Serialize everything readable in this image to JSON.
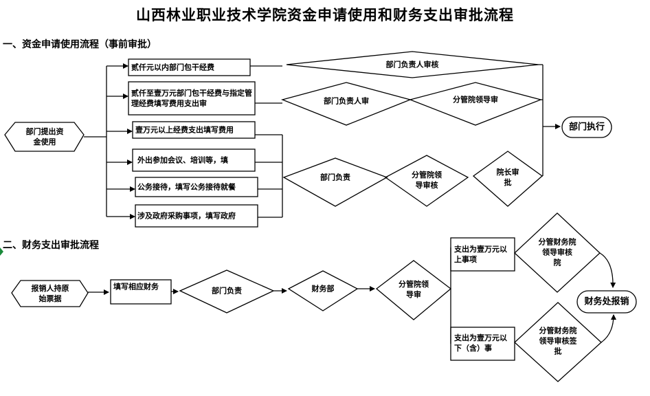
{
  "title": "山西林业职业技术学院资金申请使用和财务支出审批流程",
  "section1": "一、资金申请使用流程（事前审批）",
  "section2": "二、财务支出审批流程",
  "s1": {
    "start": "部门提出资金使用",
    "items": [
      "贰仟元以内部门包干经费",
      "贰仟至壹万元部门包干经费与指定管理经费填写费用支出审",
      "壹万元以上经费支出填写费用",
      "外出参加会议、培训等，填",
      "公务接待，填写公务接待就餐",
      "涉及政府采购事项，填写政府"
    ],
    "dept_head_review": "部门负责人审核",
    "dept_head_review2": "部门负责人审",
    "vp_review": "分管院领导审",
    "dept_head": "部门负责",
    "vp_review2": "分管院领导审核",
    "president": "院长审批",
    "execute": "部门执行"
  },
  "s2": {
    "start": "报销人持原始票据",
    "fill": "填写相应财务",
    "dept_head": "部门负责",
    "finance": "财务部",
    "vp": "分管院领导审",
    "over": "支出为壹万元以上事项",
    "under": "支出为壹万元以下（含）事",
    "fin_vp_upper": "分管财务院领导审核　　院",
    "fin_vp_lower": "分管财务院领导审核签批",
    "done": "财务处报销"
  }
}
